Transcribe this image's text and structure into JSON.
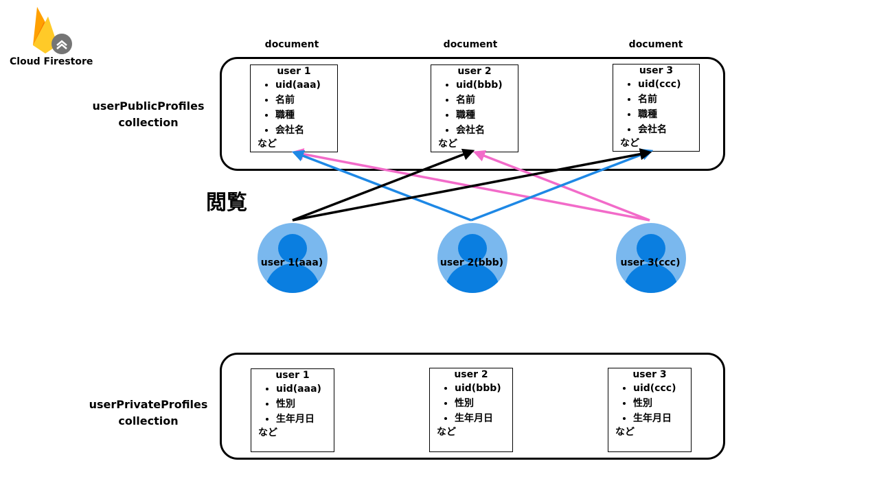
{
  "logo": {
    "text": "Cloud Firestore",
    "icon": "firebase-flame-icon",
    "colors": [
      "#ffca28",
      "#ffa000",
      "#f57c00",
      "#757575"
    ]
  },
  "document_label": "document",
  "public": {
    "collection_line1": "userPublicProfiles",
    "collection_line2": "collection",
    "cards": [
      {
        "title": "user 1",
        "items": [
          "uid(aaa)",
          "名前",
          "職種",
          "会社名"
        ],
        "etc": "など"
      },
      {
        "title": "user 2",
        "items": [
          "uid(bbb)",
          "名前",
          "職種",
          "会社名"
        ],
        "etc": "など"
      },
      {
        "title": "user 3",
        "items": [
          "uid(ccc)",
          "名前",
          "職種",
          "会社名"
        ],
        "etc": "など"
      }
    ]
  },
  "view_label": "閲覧",
  "users": [
    {
      "label": "user 1(aaa)",
      "arrow_color": "#000000"
    },
    {
      "label": "user 2(bbb)",
      "arrow_color": "#1e88e5"
    },
    {
      "label": "user 3(ccc)",
      "arrow_color": "#f26bc9"
    }
  ],
  "avatar_colors": {
    "outer": "#7ab8ee",
    "inner": "#0a7ee0"
  },
  "private": {
    "collection_line1": "userPrivateProfiles",
    "collection_line2": "collection",
    "cards": [
      {
        "title": "user 1",
        "items": [
          "uid(aaa)",
          "性別",
          "生年月日"
        ],
        "etc": "など"
      },
      {
        "title": "user 2",
        "items": [
          "uid(bbb)",
          "性別",
          "生年月日"
        ],
        "etc": "など"
      },
      {
        "title": "user 3",
        "items": [
          "uid(ccc)",
          "性別",
          "生年月日"
        ],
        "etc": "など"
      }
    ]
  }
}
